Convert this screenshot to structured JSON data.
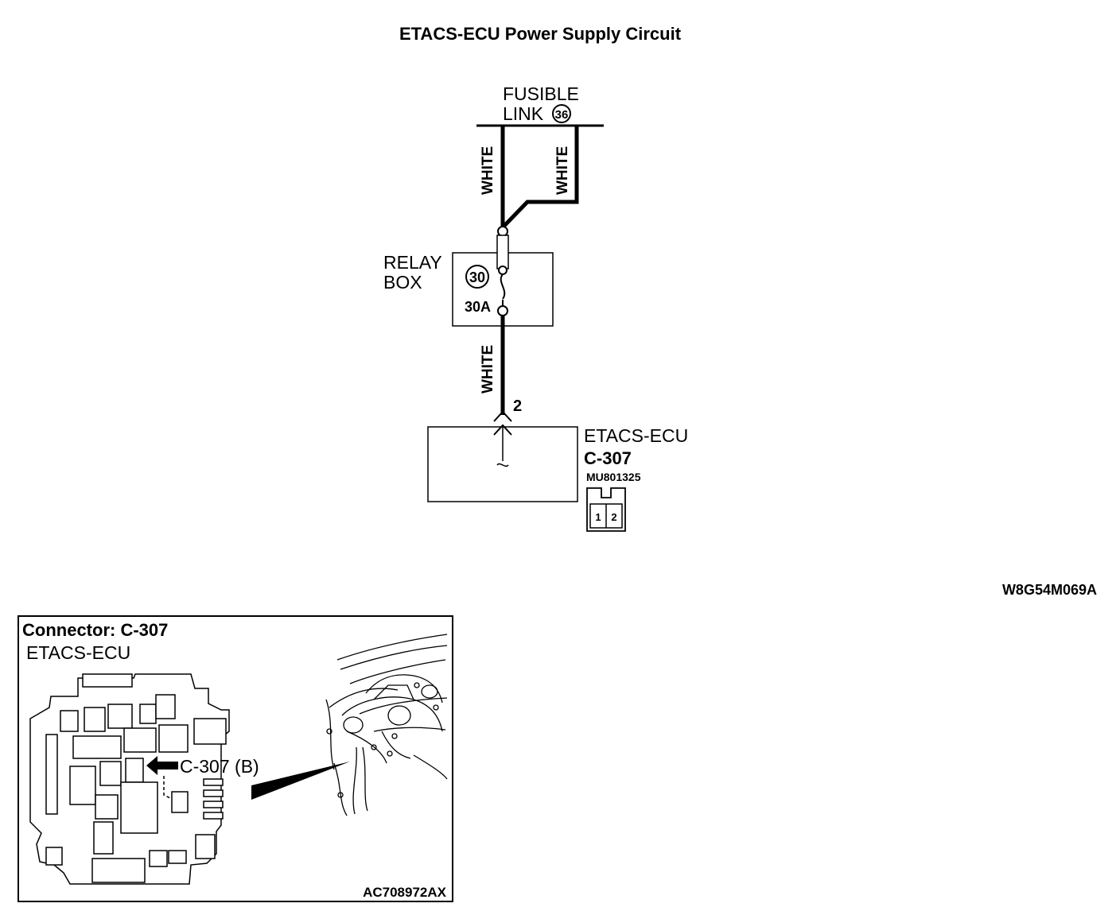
{
  "title": "ETACS-ECU Power Supply Circuit",
  "fusible_link": {
    "label_line1": "FUSIBLE",
    "label_line2": "LINK",
    "number": "36"
  },
  "wires": {
    "left_upper": "WHITE",
    "right_upper": "WHITE",
    "lower": "WHITE"
  },
  "relay_box": {
    "label_line1": "RELAY",
    "label_line2": "BOX",
    "fuse_number": "30",
    "fuse_rating": "30A"
  },
  "ecu": {
    "pin_number": "2",
    "name": "ETACS-ECU",
    "connector": "C-307",
    "part_number": "MU801325",
    "pins": [
      "1",
      "2"
    ]
  },
  "diagram_code": "W8G54M069A",
  "connector_panel": {
    "heading": "Connector: C-307",
    "subheading": "ETACS-ECU",
    "callout": "C-307 (B)",
    "figure_code": "AC708972AX"
  }
}
